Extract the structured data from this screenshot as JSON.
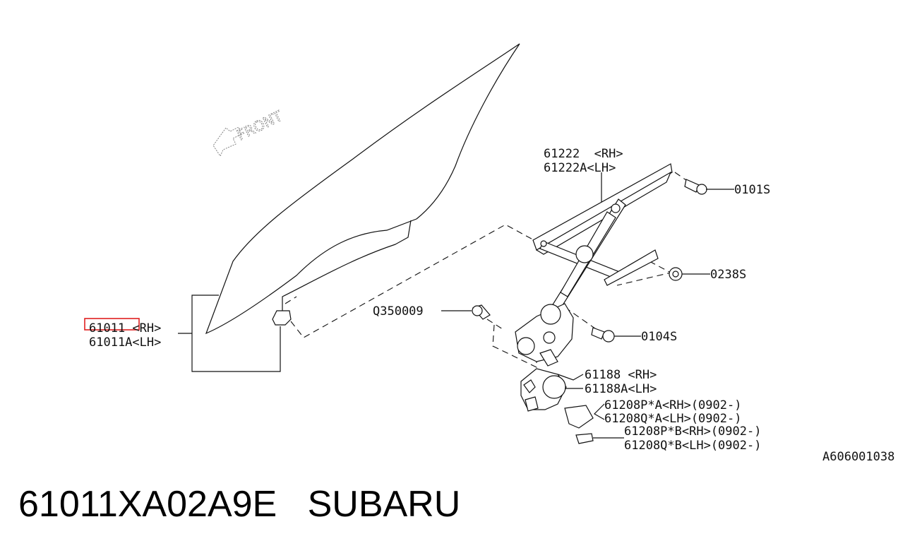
{
  "footer": {
    "part_number": "61011XA02A9E",
    "brand": "SUBARU"
  },
  "diagram": {
    "front_arrow": "FRONT",
    "figure_code": "A606001038",
    "highlight_color": "#e02020",
    "callouts": {
      "glass_rh": "61011 <RH>",
      "glass_lh": "61011A<LH>",
      "regulator_rh": "61222  <RH>",
      "regulator_lh": "61222A<LH>",
      "bolt_0101s": "0101S",
      "nut_0238s": "0238S",
      "screw_q350009": "Q350009",
      "bolt_0104s": "0104S",
      "motor_rh": "61188 <RH>",
      "motor_lh": "61188A<LH>",
      "bracket_pa_rh": "61208P*A<RH>(0902-)",
      "bracket_qa_lh": "61208Q*A<LH>(0902-)",
      "bracket_pb_rh": "61208P*B<RH>(0902-)",
      "bracket_qb_lh": "61208Q*B<LH>(0902-)"
    }
  }
}
